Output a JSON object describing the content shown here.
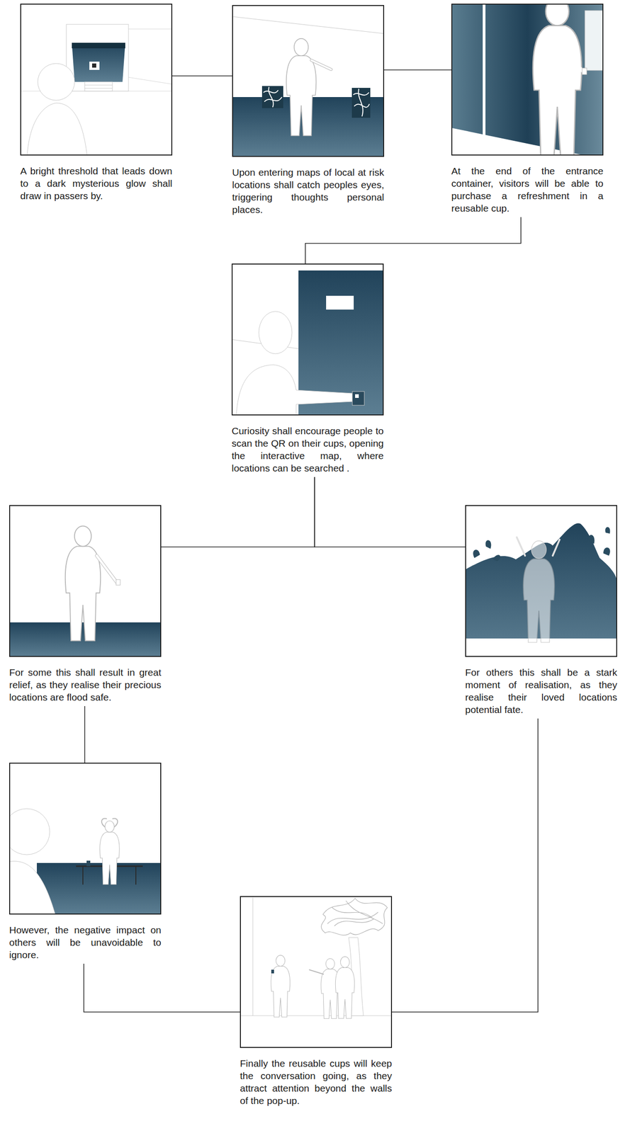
{
  "diagram": {
    "nodes": [
      {
        "text": [
          "A bright threshold that leads down to a dark mysterious glow shall draw in passers by."
        ]
      },
      {
        "text": [
          "Upon entering maps of local at risk locations shall catch peoples eyes, triggering thoughts personal places."
        ]
      },
      {
        "text": [
          "At the end of the entrance container, visitors will be able to purchase a refreshment in a reusable cup."
        ]
      },
      {
        "text": [
          "Curiosity shall encourage people to scan the QR on their cups, opening the interactive map, where locations can be searched ."
        ]
      },
      {
        "text": [
          "For some this shall result in great relief, as they realise their precious locations are flood safe."
        ]
      },
      {
        "text": [
          "For others this shall be a stark moment of realisation, as they realise their loved locations potential fate."
        ]
      },
      {
        "text": [
          "However, the negative impact on others will be unavoidable to ignore."
        ]
      },
      {
        "text": [
          "Finally the reusable cups will keep the conversation going, as they attract attention beyond the walls of the pop-up."
        ]
      }
    ],
    "edges": [
      {
        "from": 0,
        "to": 1,
        "arrow": "none"
      },
      {
        "from": 1,
        "to": 2,
        "arrow": "none"
      },
      {
        "from": 2,
        "to": 3,
        "arrow": "none"
      },
      {
        "from": 3,
        "to": 4,
        "arrow": "none"
      },
      {
        "from": 3,
        "to": 5,
        "arrow": "none"
      },
      {
        "from": 4,
        "to": 6,
        "arrow": "none"
      },
      {
        "from": 6,
        "to": 7,
        "arrow": "none"
      },
      {
        "from": 5,
        "to": 7,
        "arrow": "none"
      }
    ]
  }
}
